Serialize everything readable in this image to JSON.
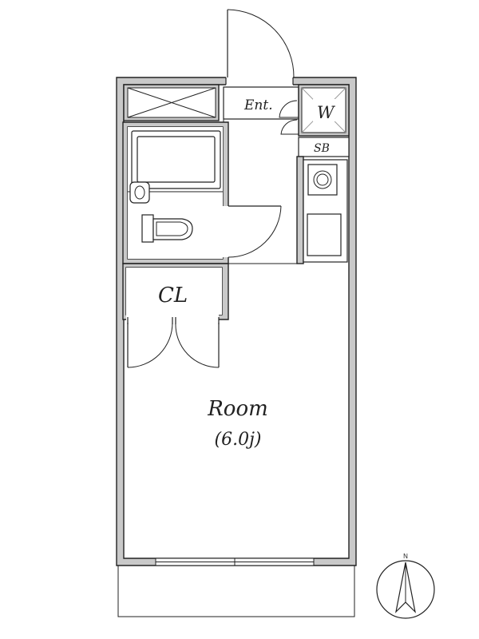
{
  "plan": {
    "entrance_label": "Ent.",
    "washer_label": "W",
    "shoe_box_label": "SB",
    "closet_label": "CL",
    "room_name": "Room",
    "room_size": "(6.0j)",
    "compass_label": "N"
  }
}
